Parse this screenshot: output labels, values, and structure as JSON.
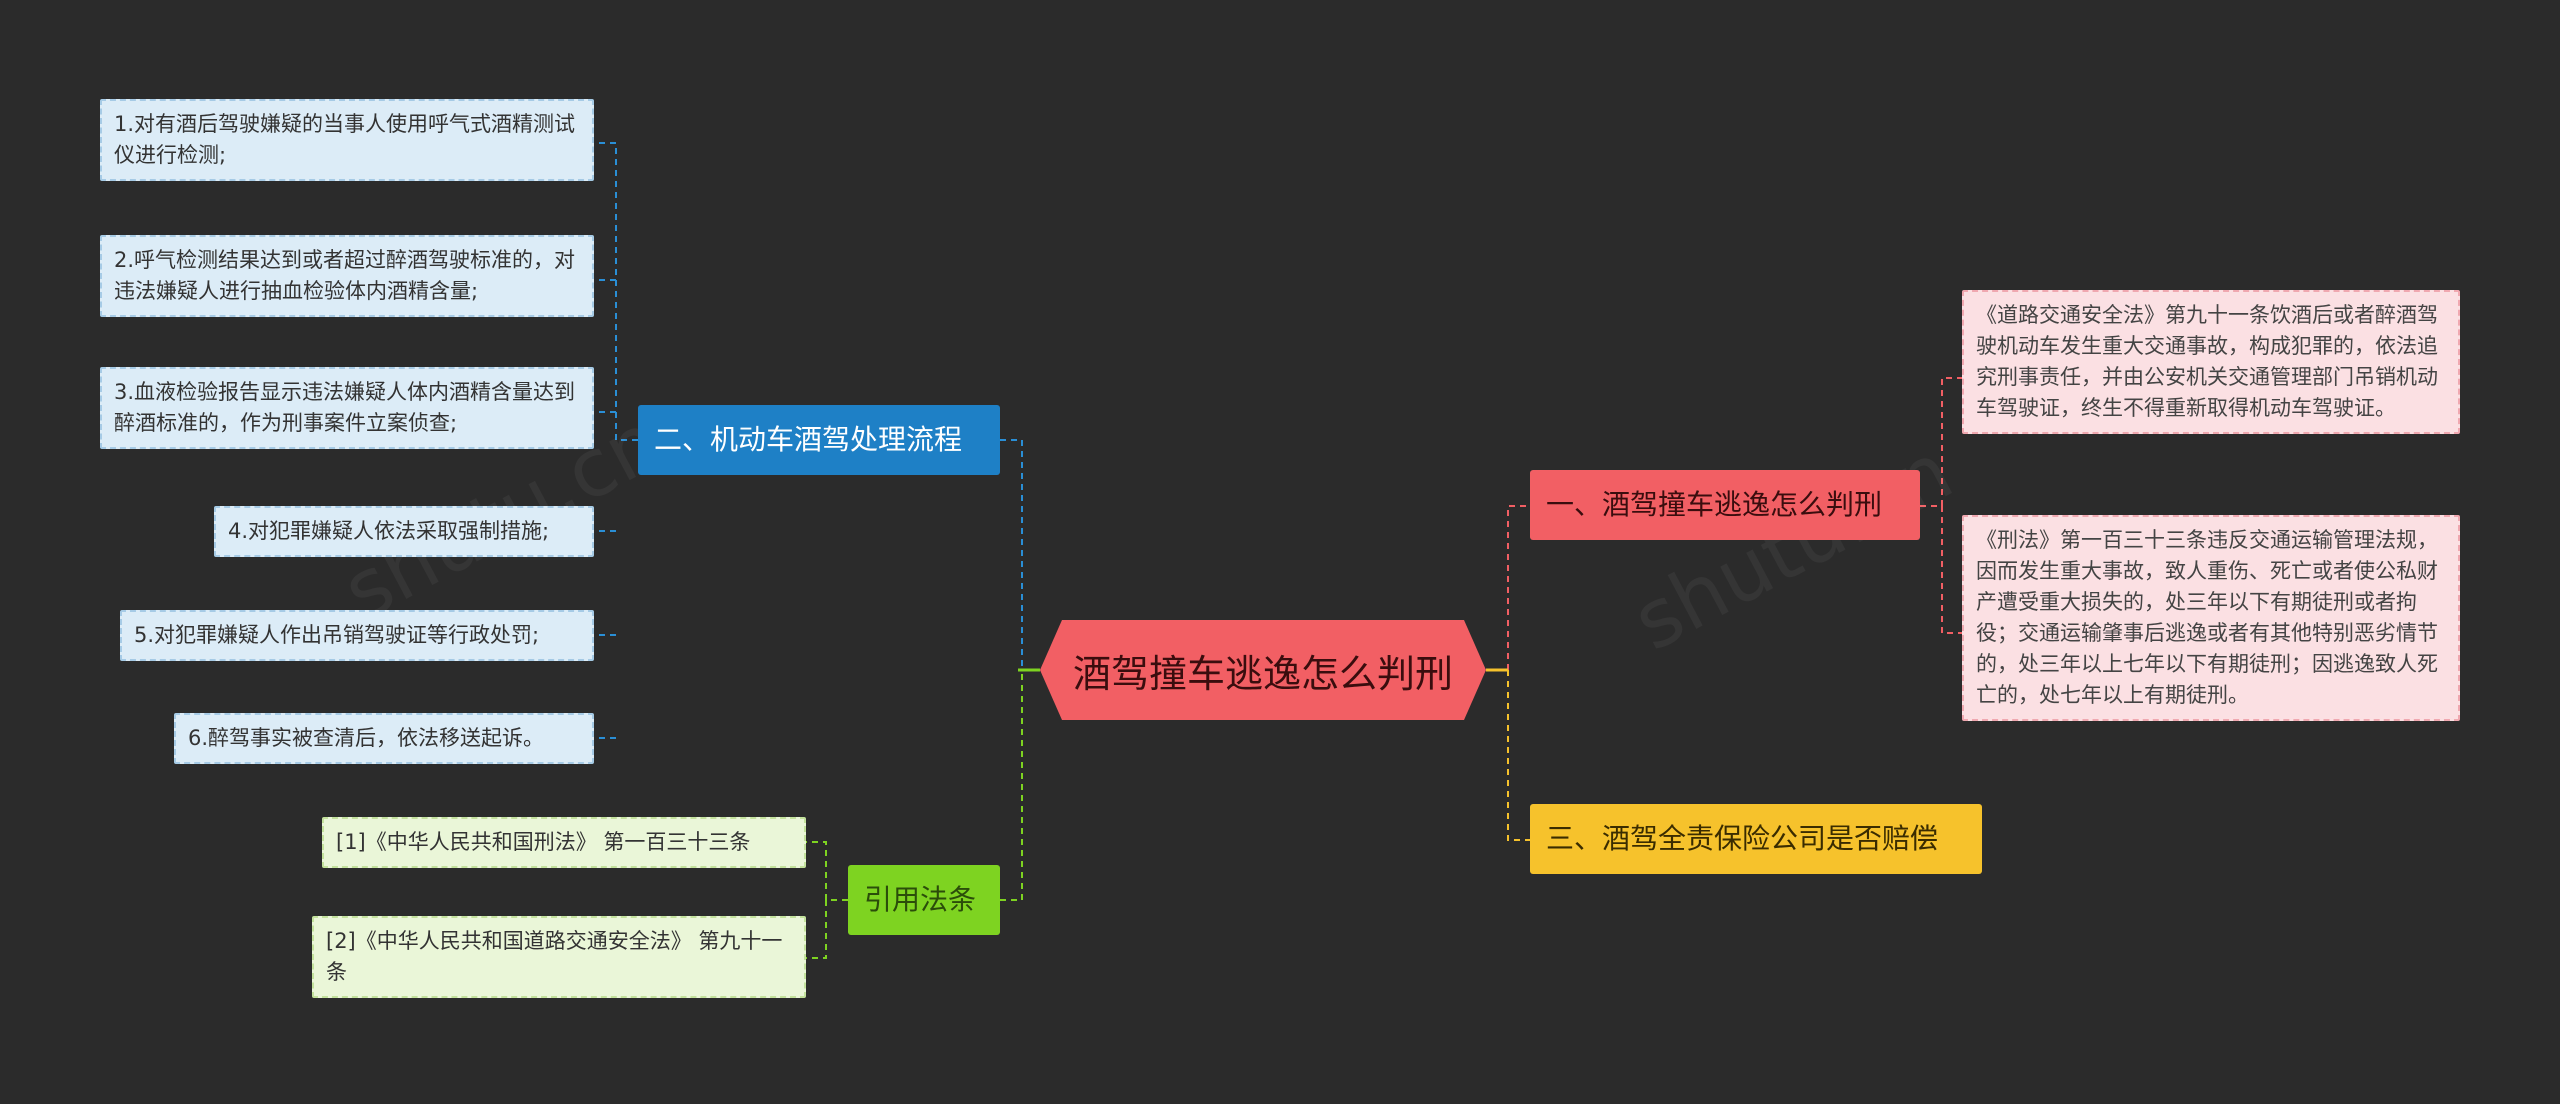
{
  "root": {
    "label": "酒驾撞车逃逸怎么判刑"
  },
  "branches": {
    "process": {
      "label": "二、机动车酒驾处理流程",
      "items": [
        "1.对有酒后驾驶嫌疑的当事人使用呼气式酒精测试仪进行检测;",
        "2.呼气检测结果达到或者超过醉酒驾驶标准的，对违法嫌疑人进行抽血检验体内酒精含量;",
        "3.血液检验报告显示违法嫌疑人体内酒精含量达到醉酒标准的，作为刑事案件立案侦查;",
        "4.对犯罪嫌疑人依法采取强制措施;",
        "5.对犯罪嫌疑人作出吊销驾驶证等行政处罚;",
        "6.醉驾事实被查清后，依法移送起诉。"
      ]
    },
    "law": {
      "label": "引用法条",
      "items": [
        "[1]《中华人民共和国刑法》 第一百三十三条",
        "[2]《中华人民共和国道路交通安全法》 第九十一条"
      ]
    },
    "sentence": {
      "label": "一、酒驾撞车逃逸怎么判刑",
      "items": [
        "《道路交通安全法》第九十一条饮酒后或者醉酒驾驶机动车发生重大交通事故，构成犯罪的，依法追究刑事责任，并由公安机关交通管理部门吊销机动车驾驶证，终生不得重新取得机动车驾驶证。",
        "《刑法》第一百三十三条违反交通运输管理法规，因而发生重大事故，致人重伤、死亡或者使公私财产遭受重大损失的，处三年以下有期徒刑或者拘役；交通运输肇事后逃逸或者有其他特别恶劣情节的，处三年以上七年以下有期徒刑；因逃逸致人死亡的，处七年以上有期徒刑。"
      ]
    },
    "insurance": {
      "label": "三、酒驾全责保险公司是否赔偿"
    }
  },
  "colors": {
    "background": "#2b2b2b",
    "root": "#f25f64",
    "blue": "#1e80c6",
    "green": "#7ed321",
    "red": "#f25f64",
    "yellow": "#f6c22c"
  }
}
